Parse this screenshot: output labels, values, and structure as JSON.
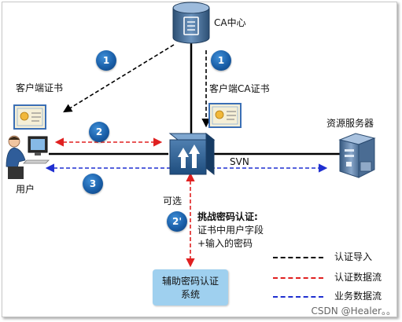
{
  "nodes": {
    "ca": {
      "label": "CA中心"
    },
    "client_cert": {
      "label": "客户端证书"
    },
    "client_ca_cert": {
      "label": "客户端CA证书"
    },
    "resource_server": {
      "label": "资源服务器"
    },
    "svn": {
      "label": "SVN"
    },
    "user": {
      "label": "用户"
    },
    "optional": {
      "label": "可选"
    },
    "aux_system": {
      "label_line1": "辅助密码认证",
      "label_line2": "系统"
    }
  },
  "steps": [
    {
      "label": "1"
    },
    {
      "label": "1"
    },
    {
      "label": "2"
    },
    {
      "label": "3"
    },
    {
      "label": "2'"
    }
  ],
  "challenge": {
    "title": "挑战密码认证:",
    "line1": "证书中用户字段",
    "line2": "+输入的密码"
  },
  "legend": [
    {
      "label": "认证导入",
      "color": "#000000"
    },
    {
      "label": "认证数据流",
      "color": "#e02020"
    },
    {
      "label": "业务数据流",
      "color": "#1f2fd0"
    }
  ],
  "watermark": "CSDN @Healer。。"
}
